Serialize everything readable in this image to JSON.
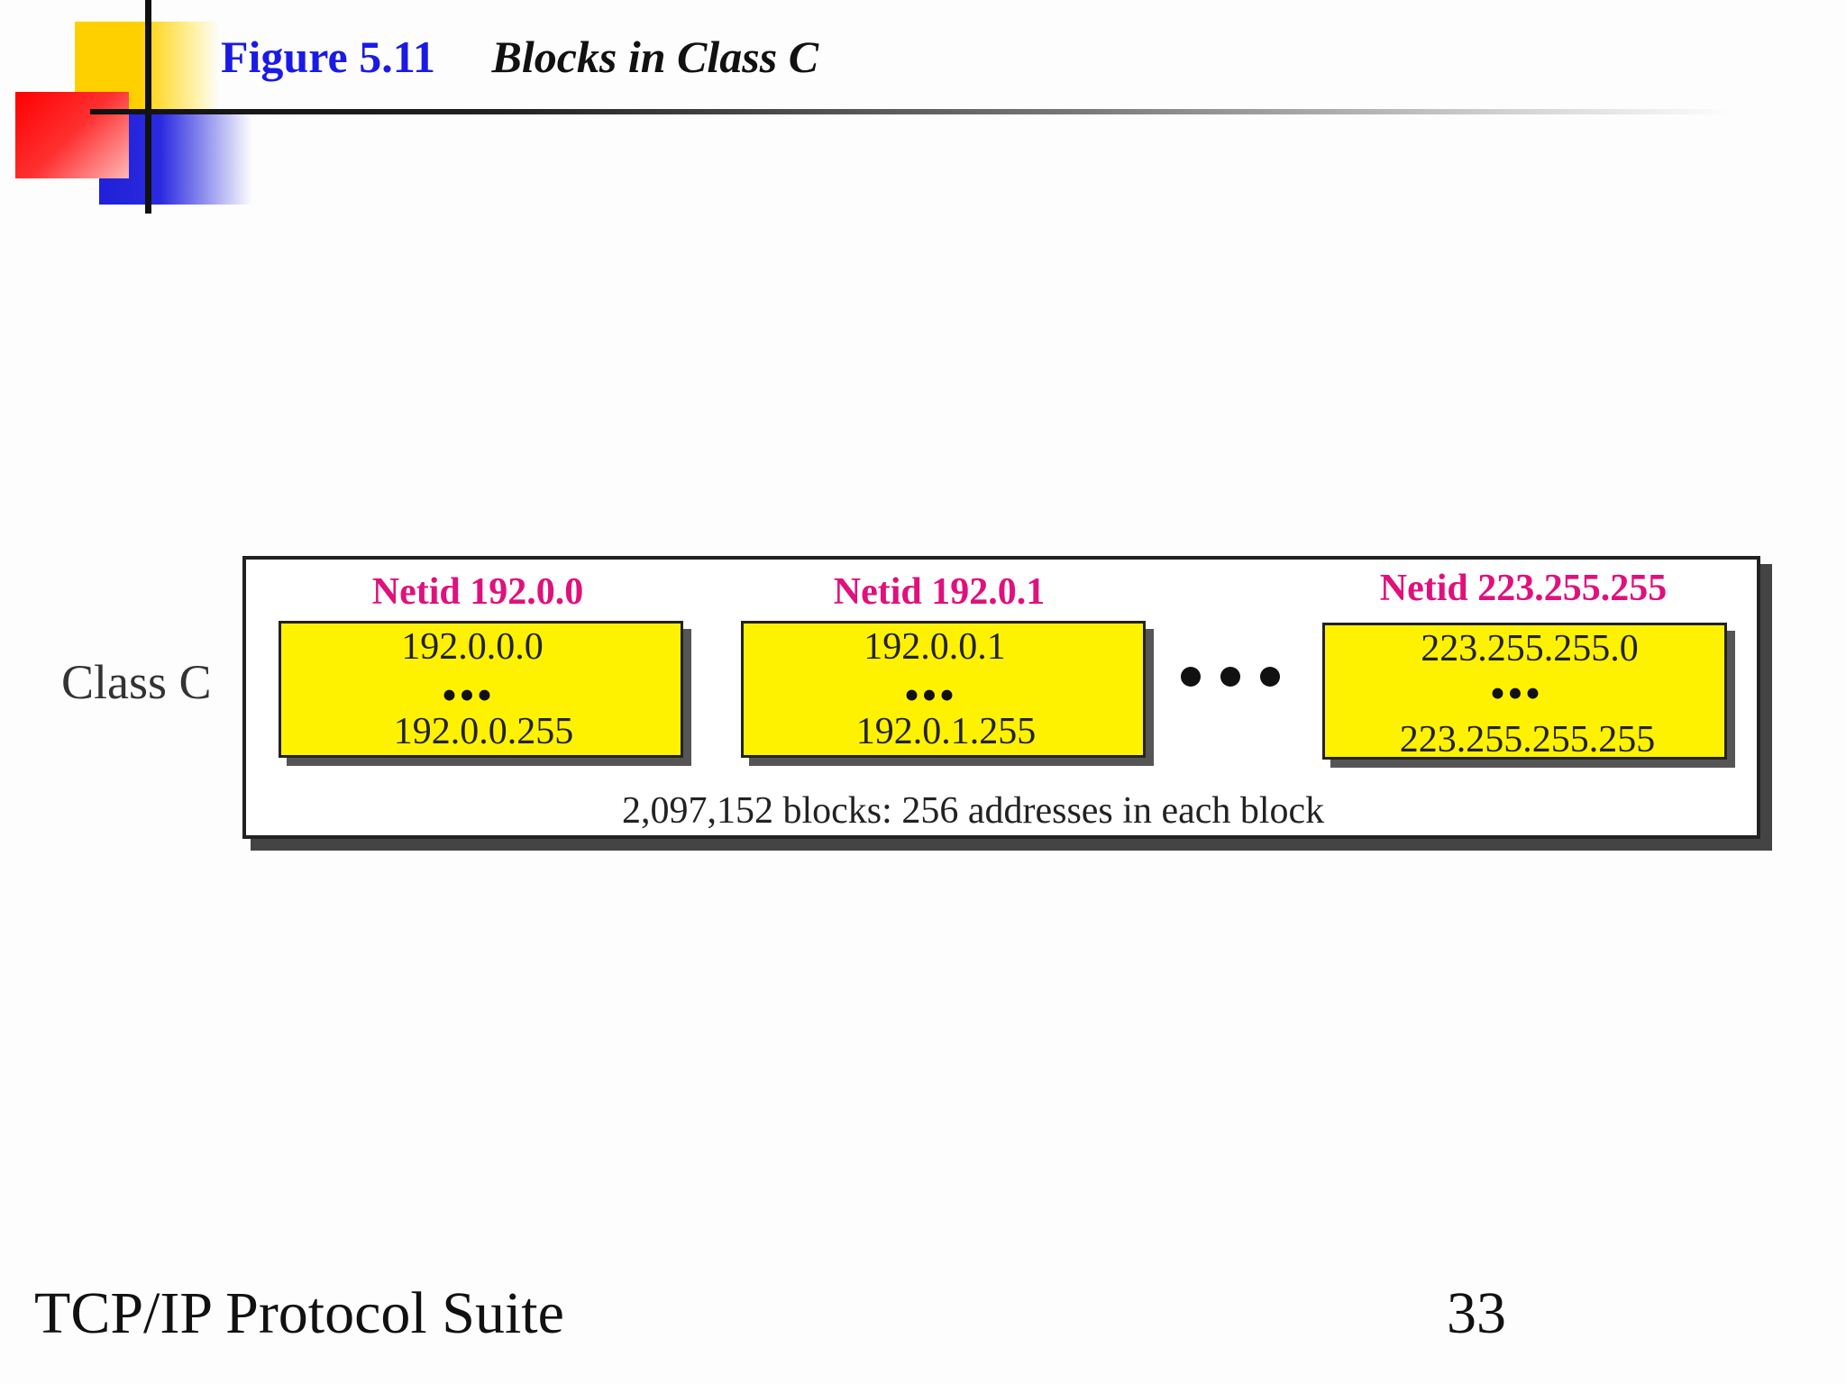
{
  "header": {
    "figure_number": "Figure 5.11",
    "figure_title": "Blocks in Class C"
  },
  "diagram": {
    "class_label": "Class C",
    "blocks": [
      {
        "netid": "Netid 192.0.0",
        "first": "192.0.0.0",
        "dots": "•••",
        "last": "192.0.0.255"
      },
      {
        "netid": "Netid 192.0.1",
        "first": "192.0.0.1",
        "dots": "•••",
        "last": "192.0.1.255"
      },
      {
        "netid": "Netid 223.255.255",
        "first": "223.255.255.0",
        "dots": "•••",
        "last": "223.255.255.255"
      }
    ],
    "summary": "2,097,152 blocks: 256 addresses in each block"
  },
  "colors": {
    "netid": "#e0107d",
    "block_fill": "#fff200",
    "figure_number": "#1a1ae6"
  },
  "footer": {
    "left": "TCP/IP Protocol Suite",
    "page_number": "33"
  }
}
